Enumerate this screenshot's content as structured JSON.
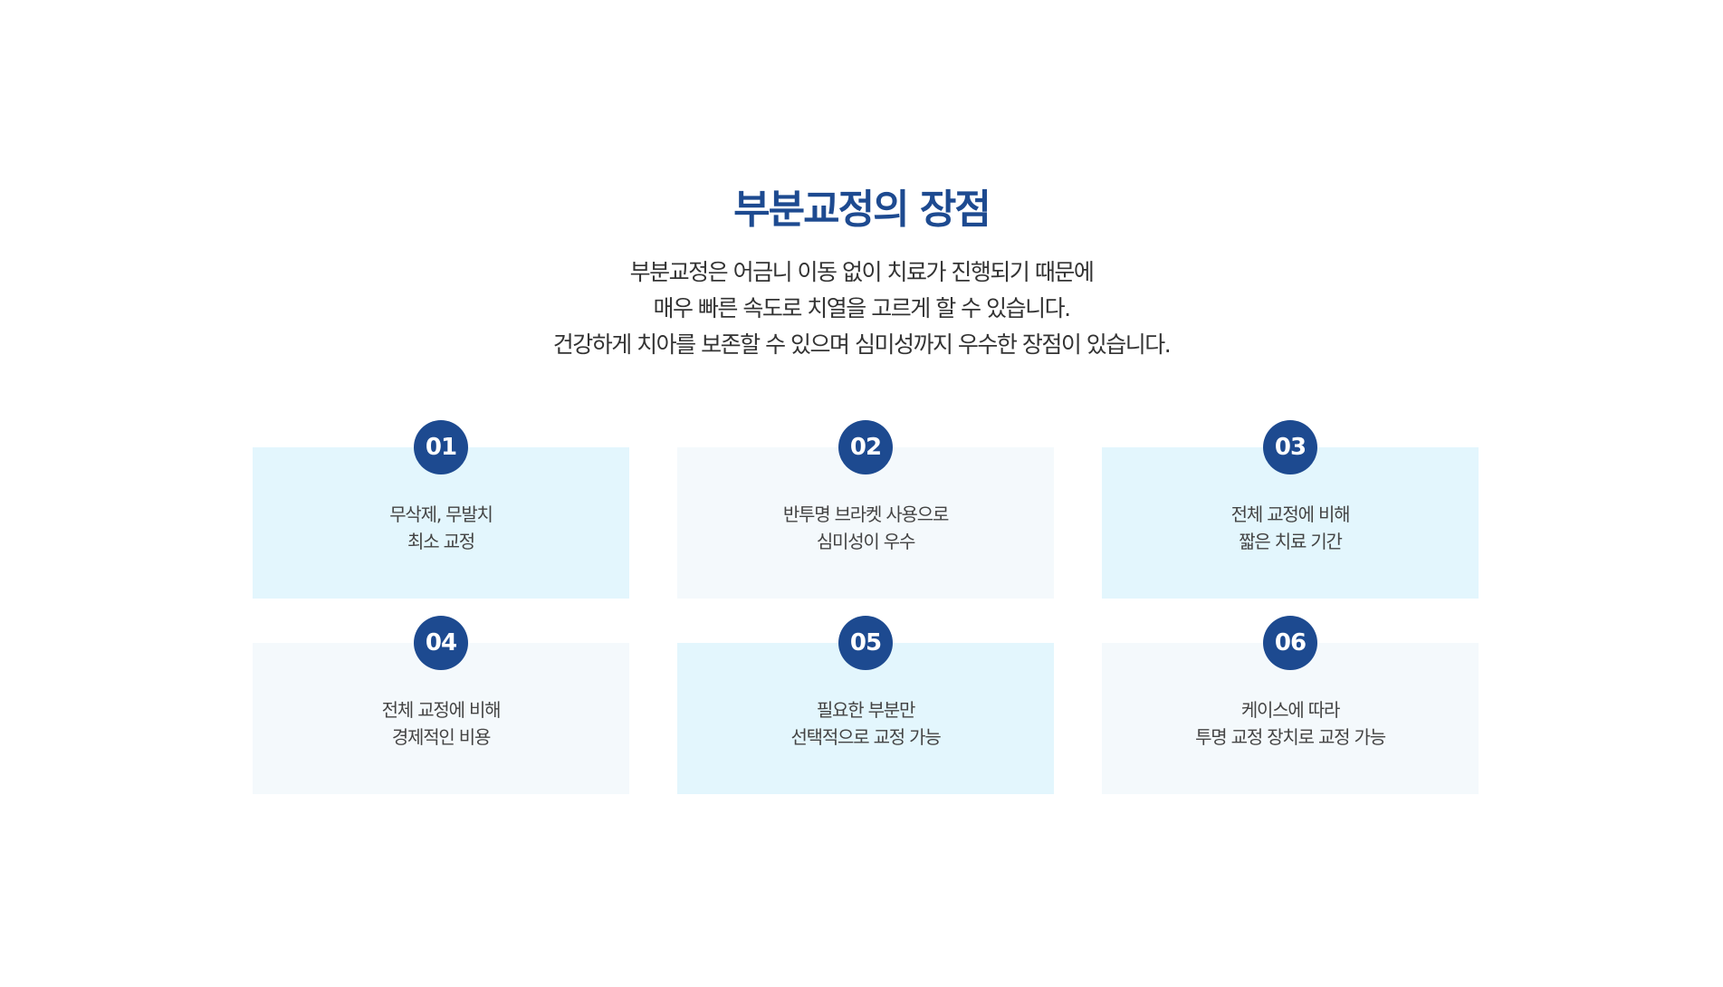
{
  "title": "부분교정의 장점",
  "description": {
    "line1": "부분교정은 어금니 이동 없이 치료가 진행되기 때문에",
    "line2": "매우 빠른 속도로 치열을 고르게 할 수 있습니다.",
    "line3": "건강하게 치아를 보존할 수 있으며 심미성까지 우수한 장점이 있습니다."
  },
  "cards": [
    {
      "number": "01",
      "line1": "무삭제, 무발치",
      "line2": "최소 교정"
    },
    {
      "number": "02",
      "line1": "반투명 브라켓 사용으로",
      "line2": "심미성이 우수"
    },
    {
      "number": "03",
      "line1": "전체 교정에 비해",
      "line2": "짧은 치료 기간"
    },
    {
      "number": "04",
      "line1": "전체 교정에 비해",
      "line2": "경제적인 비용"
    },
    {
      "number": "05",
      "line1": "필요한 부분만",
      "line2": "선택적으로 교정 가능"
    },
    {
      "number": "06",
      "line1": "케이스에 따라",
      "line2": "투명 교정 장치로 교정 가능"
    }
  ],
  "colors": {
    "accent": "#1d4a90",
    "card_light_blue": "#e3f6fd",
    "card_light_gray": "#f4f9fc"
  }
}
